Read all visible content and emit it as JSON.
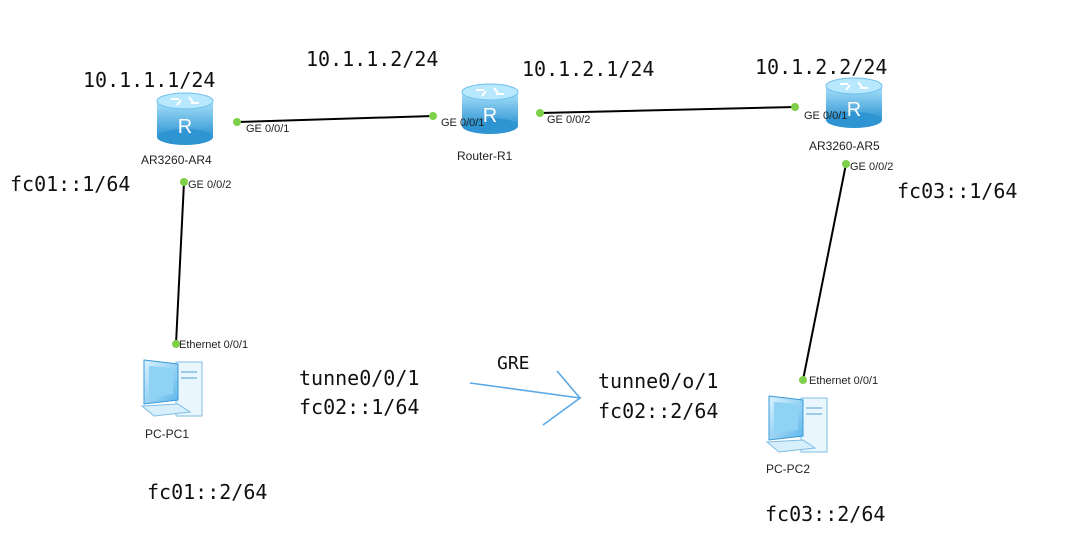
{
  "devices": {
    "ar4": {
      "name": "AR3260-AR4",
      "ipv4": "10.1.1.1/24",
      "ipv6": "fc01::1/64"
    },
    "r1": {
      "name": "Router-R1",
      "ipv4_left": "10.1.1.2/24",
      "ipv4_right": "10.1.2.1/24"
    },
    "ar5": {
      "name": "AR3260-AR5",
      "ipv4": "10.1.2.2/24",
      "ipv6": "fc03::1/64"
    },
    "pc1": {
      "name": "PC-PC1",
      "ipv6": "fc01::2/64"
    },
    "pc2": {
      "name": "PC-PC2",
      "ipv6": "fc03::2/64"
    }
  },
  "ports": {
    "ar4_ge001": "GE 0/0/1",
    "ar4_ge002": "GE 0/0/2",
    "r1_ge001": "GE 0/0/1",
    "r1_ge002": "GE 0/0/2",
    "ar5_ge001": "GE 0/0/1",
    "ar5_ge002": "GE 0/0/2",
    "pc1_eth": "Ethernet 0/0/1",
    "pc2_eth": "Ethernet 0/0/1"
  },
  "tunnel": {
    "label": "GRE",
    "left_if": "tunne0/0/1",
    "left_ip": "fc02::1/64",
    "right_if": "tunne0/o/1",
    "right_ip": "fc02::2/64"
  },
  "colors": {
    "router_top": "#8fd3f4",
    "router_body": "#3fa6df",
    "port_dot": "#7ed04a",
    "tunnel_arrow": "#5aa9e8"
  }
}
